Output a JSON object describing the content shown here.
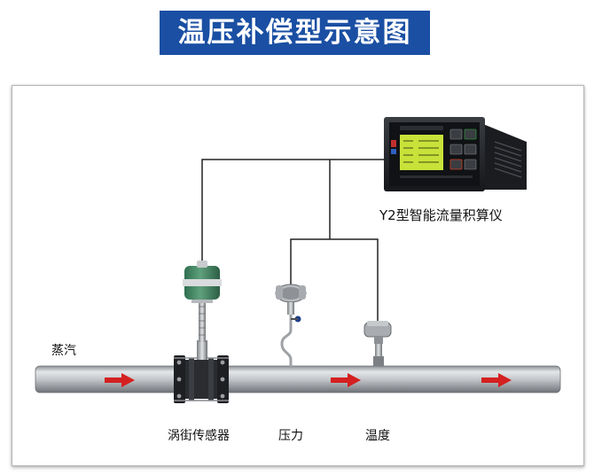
{
  "title": "温压补偿型示意图",
  "labels": {
    "instrument": "Y2型智能流量积算仪",
    "medium": "蒸汽",
    "vortex": "涡街传感器",
    "pressure": "压力",
    "temperature": "温度"
  },
  "colors": {
    "banner": "#1a4fa3",
    "screen": "#c8e23a",
    "arrow": "#d42020",
    "pipe": "#a9adb2"
  }
}
